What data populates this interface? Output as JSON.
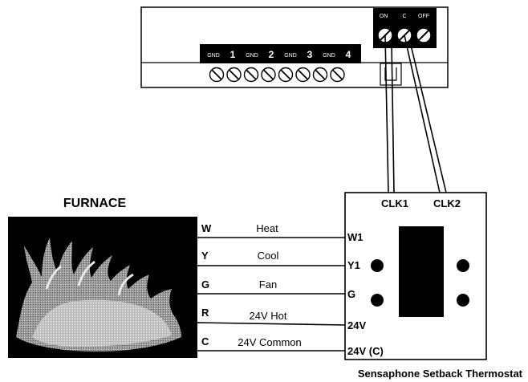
{
  "furnace": {
    "title": "FURNACE"
  },
  "wires": [
    {
      "code": "W",
      "label": "Heat",
      "terminal": "W1"
    },
    {
      "code": "Y",
      "label": "Cool",
      "terminal": "Y1"
    },
    {
      "code": "G",
      "label": "Fan",
      "terminal": "G"
    },
    {
      "code": "R",
      "label": "24V Hot",
      "terminal": "24V"
    },
    {
      "code": "C",
      "label": "24V Common",
      "terminal": "24V (C)"
    }
  ],
  "thermostat": {
    "name": "Sensaphone Setback Thermostat",
    "clk1": "CLK1",
    "clk2": "CLK2"
  },
  "controller": {
    "relay_labels": [
      "ON",
      "C",
      "OFF"
    ],
    "strip_labels": [
      "GND",
      "1",
      "GND",
      "2",
      "GND",
      "3",
      "GND",
      "4"
    ]
  }
}
